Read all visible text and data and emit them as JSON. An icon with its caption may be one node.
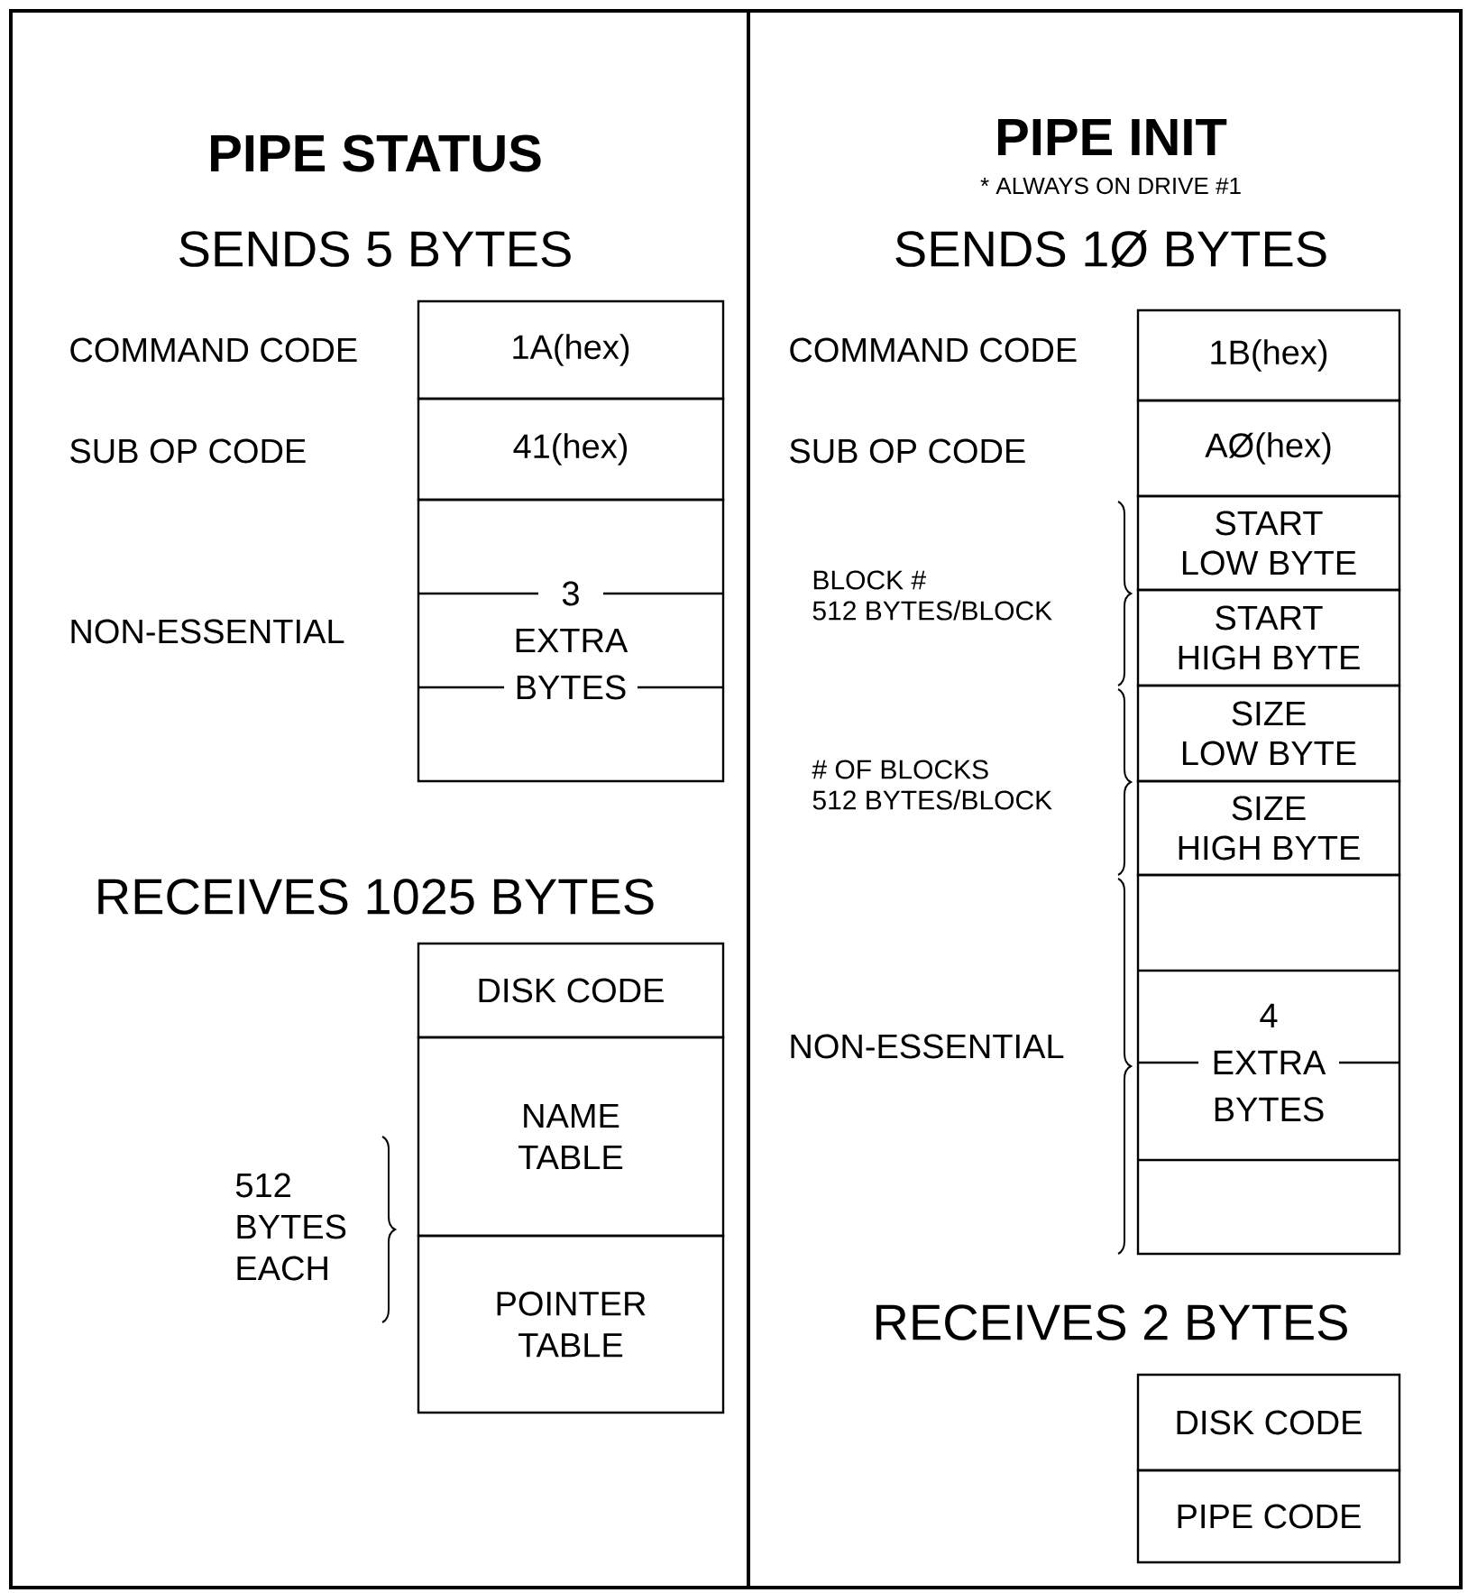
{
  "diagram": {
    "nodes": [
      {
        "text": [
          "1A(hex)"
        ]
      },
      {
        "text": [
          "41(hex)"
        ]
      },
      {
        "text": [
          "3 EXTRA BYTES"
        ]
      },
      {
        "text": [
          "DISK CODE"
        ]
      },
      {
        "text": [
          "NAME TABLE"
        ]
      },
      {
        "text": [
          "POINTER TABLE"
        ]
      },
      {
        "text": [
          "1B(hex)"
        ]
      },
      {
        "text": [
          "AØ(hex)"
        ]
      },
      {
        "text": [
          "START LOW BYTE"
        ]
      },
      {
        "text": [
          "START HIGH BYTE"
        ]
      },
      {
        "text": [
          "SIZE LOW BYTE"
        ]
      },
      {
        "text": [
          "SIZE HIGH BYTE"
        ]
      },
      {
        "text": [
          "4 EXTRA BYTES"
        ]
      },
      {
        "text": [
          "DISK CODE"
        ]
      },
      {
        "text": [
          "PIPE CODE"
        ]
      }
    ],
    "labels": [
      "PIPE STATUS",
      "SENDS 5 BYTES",
      "COMMAND CODE",
      "SUB OP CODE",
      "NON-ESSENTIAL",
      "RECEIVES 1025 BYTES",
      "512 BYTES EACH",
      "PIPE INIT",
      "* ALWAYS ON DRIVE #1",
      "SENDS 1Ø BYTES",
      "COMMAND CODE",
      "SUB OP CODE",
      "BLOCK # 512 BYTES/BLOCK",
      "# OF BLOCKS 512 BYTES/BLOCK",
      "NON-ESSENTIAL",
      "RECEIVES 2 BYTES"
    ]
  }
}
